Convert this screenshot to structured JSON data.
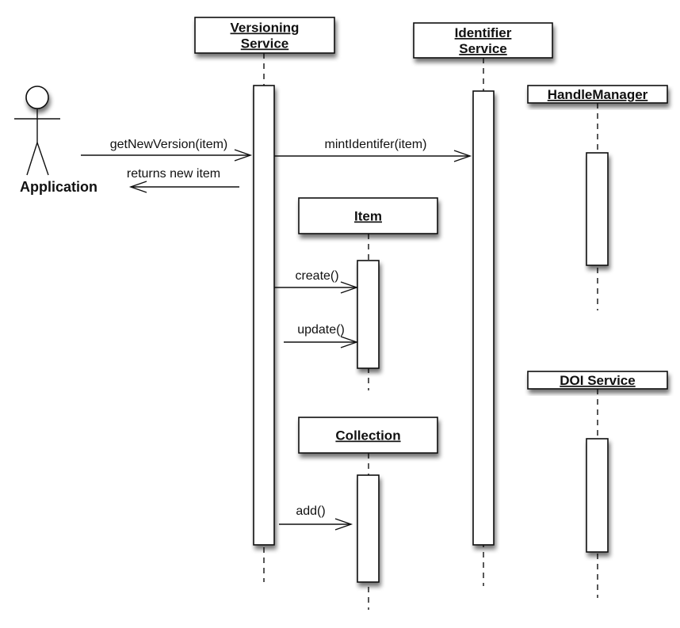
{
  "diagram": {
    "type": "UML sequence diagram",
    "actor": {
      "id": "application",
      "label": "Application"
    },
    "objects": [
      {
        "id": "versioning-service",
        "label_lines": [
          "Versioning",
          "Service"
        ]
      },
      {
        "id": "identifier-service",
        "label_lines": [
          "Identifier",
          "Service"
        ]
      },
      {
        "id": "handle-manager",
        "label_lines": [
          "HandleManager"
        ]
      },
      {
        "id": "item",
        "label_lines": [
          "Item"
        ]
      },
      {
        "id": "doi-service",
        "label_lines": [
          "DOI Service"
        ]
      },
      {
        "id": "collection",
        "label_lines": [
          "Collection"
        ]
      }
    ],
    "messages": [
      {
        "id": "get-new-version",
        "label": "getNewVersion(item)",
        "from": "application",
        "to": "versioning-service",
        "kind": "call"
      },
      {
        "id": "returns-new-item",
        "label": "returns new item",
        "from": "versioning-service",
        "to": "application",
        "kind": "return"
      },
      {
        "id": "mint-identifer",
        "label": "mintIdentifer(item)",
        "from": "versioning-service",
        "to": "identifier-service",
        "kind": "call"
      },
      {
        "id": "create",
        "label": "create()",
        "from": "versioning-service",
        "to": "item",
        "kind": "call"
      },
      {
        "id": "update",
        "label": "update()",
        "from": "versioning-service",
        "to": "item",
        "kind": "call"
      },
      {
        "id": "add",
        "label": "add()",
        "from": "versioning-service",
        "to": "collection",
        "kind": "call"
      }
    ],
    "colors": {
      "line": "#111111",
      "box_fill": "#ffffff",
      "shadow": "#000000"
    }
  }
}
